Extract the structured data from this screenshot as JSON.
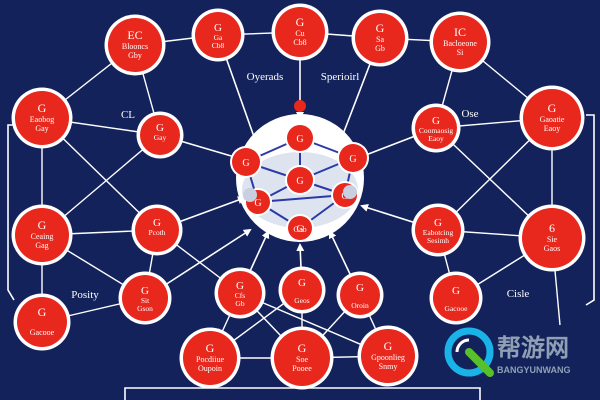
{
  "colors": {
    "background": "#13225a",
    "node_fill": "#e8271d",
    "node_ring": "#ffffff",
    "connector": "#ffffff",
    "hub_line": "#2a3aa8"
  },
  "nodes": [
    {
      "id": "n1",
      "title": "EC",
      "subtitle": "Blooncs",
      "caption": "Gby"
    },
    {
      "id": "n2",
      "title": "G",
      "subtitle": "Ga",
      "caption": "Cb8"
    },
    {
      "id": "n3",
      "title": "G",
      "subtitle": "Cu",
      "caption": "Cb8"
    },
    {
      "id": "n4",
      "title": "G",
      "subtitle": "Sa",
      "caption": "Gb"
    },
    {
      "id": "n5",
      "title": "IC",
      "subtitle": "Bacloeone",
      "caption": "Si"
    },
    {
      "id": "n6",
      "title": "G",
      "subtitle": "Eaobog",
      "caption": "Gay"
    },
    {
      "id": "n7",
      "title": "G",
      "subtitle": "Gay",
      "caption": ""
    },
    {
      "id": "n8",
      "title": "G",
      "subtitle": "Coomaosig",
      "caption": "Eaoy"
    },
    {
      "id": "n9",
      "title": "G",
      "subtitle": "Gaoatie",
      "caption": "Eaoy"
    },
    {
      "id": "n10",
      "title": "G",
      "subtitle": "Pcoth",
      "caption": ""
    },
    {
      "id": "n11",
      "title": "G",
      "subtitle": "Ceaing",
      "caption": "Gag"
    },
    {
      "id": "n12",
      "title": "G",
      "subtitle": "Eabotcing",
      "caption": "Sesimh"
    },
    {
      "id": "n13",
      "title": "6",
      "subtitle": "Sie",
      "caption": "Gaos"
    },
    {
      "id": "n14",
      "title": "G",
      "subtitle": "Sit",
      "caption": "Gson"
    },
    {
      "id": "n15",
      "title": "G",
      "subtitle": "",
      "caption": "Gacooe"
    },
    {
      "id": "n16",
      "title": "G",
      "subtitle": "Cfs",
      "caption": "Gb"
    },
    {
      "id": "n17",
      "title": "G",
      "subtitle": "",
      "caption": "Gacooe"
    },
    {
      "id": "n18",
      "title": "G",
      "subtitle": "",
      "caption": "Geos"
    },
    {
      "id": "n19",
      "title": "G",
      "subtitle": "",
      "caption": "Oroin"
    },
    {
      "id": "n20",
      "title": "G",
      "subtitle": "Pocdiiue",
      "caption": "Oupoin"
    },
    {
      "id": "n21",
      "title": "G",
      "subtitle": "Soe",
      "caption": "Pooee"
    },
    {
      "id": "n22",
      "title": "G",
      "subtitle": "Gpoonlieg",
      "caption": "Snmy"
    }
  ],
  "hub": {
    "nodes": [
      {
        "id": "h1",
        "title": "G"
      },
      {
        "id": "h2",
        "title": "G"
      },
      {
        "id": "h3",
        "title": "G"
      },
      {
        "id": "h4",
        "title": "G"
      },
      {
        "id": "h5",
        "title": "G"
      },
      {
        "id": "h6",
        "title": "G"
      },
      {
        "id": "h7",
        "title": "G"
      }
    ],
    "caption": "Gab"
  },
  "labels": [
    {
      "id": "l1",
      "text": "Oyerads"
    },
    {
      "id": "l2",
      "text": "Sperioirl"
    },
    {
      "id": "l3",
      "text": "CL"
    },
    {
      "id": "l4",
      "text": "Ose"
    },
    {
      "id": "l5",
      "text": "Posity"
    },
    {
      "id": "l6",
      "text": "Cisle"
    }
  ],
  "watermark": {
    "chinese": "帮游网",
    "latin": "BANGYUNWANG"
  }
}
